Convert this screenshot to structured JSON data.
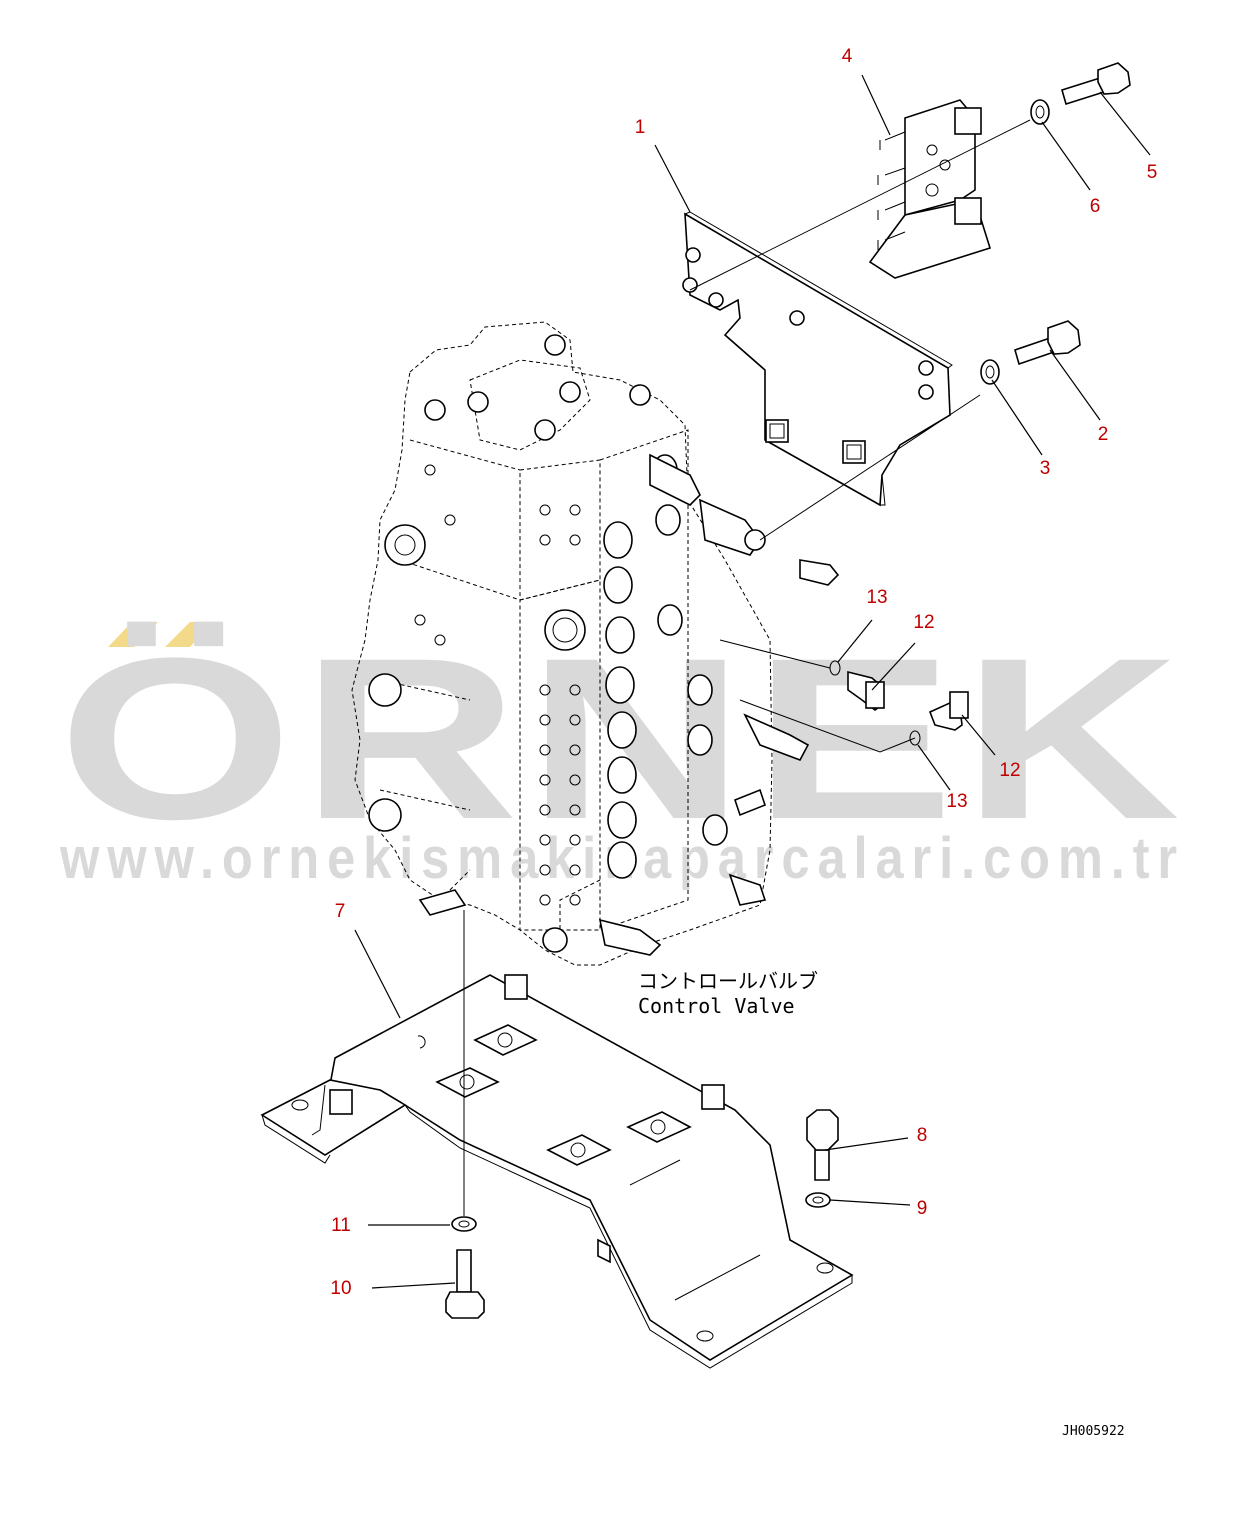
{
  "watermark": {
    "brand": "ÖRNEK",
    "url": "www.ornekismakinaparcalari.com.tr",
    "accent_color": "#f3d98a",
    "text_color": "#d9d9d9"
  },
  "diagram": {
    "caption_japanese": "コントロールバルブ",
    "caption_english": "Control Valve",
    "drawing_code": "JH005922",
    "callout_color": "#c00000"
  },
  "callouts": [
    {
      "label": "1",
      "part": "bracket"
    },
    {
      "label": "2",
      "part": "bolt"
    },
    {
      "label": "3",
      "part": "washer"
    },
    {
      "label": "4",
      "part": "clip bracket"
    },
    {
      "label": "5",
      "part": "bolt"
    },
    {
      "label": "6",
      "part": "washer"
    },
    {
      "label": "7",
      "part": "mounting bracket"
    },
    {
      "label": "8",
      "part": "bolt"
    },
    {
      "label": "9",
      "part": "washer"
    },
    {
      "label": "10",
      "part": "bolt"
    },
    {
      "label": "11",
      "part": "washer"
    },
    {
      "label": "12",
      "part": "sensor"
    },
    {
      "label": "12",
      "part": "sensor"
    },
    {
      "label": "13",
      "part": "o-ring"
    },
    {
      "label": "13",
      "part": "o-ring"
    }
  ]
}
